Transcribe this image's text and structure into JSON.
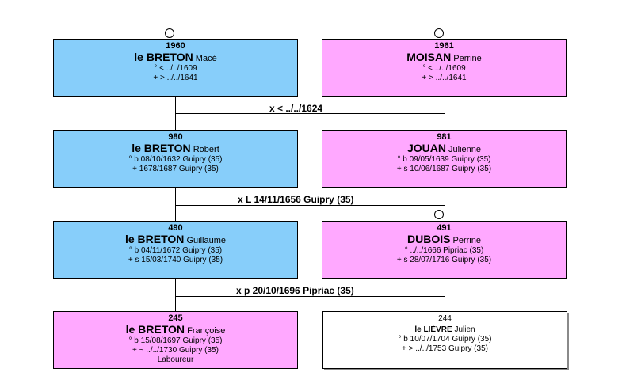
{
  "persons": {
    "p1960": {
      "num": "1960",
      "surname": "le BRETON",
      "given": "Macé",
      "l1": "° < ../../1609",
      "l2": "+ > ../../1641"
    },
    "p1961": {
      "num": "1961",
      "surname": "MOISAN",
      "given": "Perrine",
      "l1": "° < ../../1609",
      "l2": "+ > ../../1641"
    },
    "p980": {
      "num": "980",
      "surname": "le BRETON",
      "given": "Robert",
      "l1": "° b 08/10/1632 Guipry (35)",
      "l2": "+ 1678/1687 Guipry (35)"
    },
    "p981": {
      "num": "981",
      "surname": "JOUAN",
      "given": "Julienne",
      "l1": "° b 09/05/1639 Guipry (35)",
      "l2": "+ s 10/06/1687 Guipry (35)"
    },
    "p490": {
      "num": "490",
      "surname": "le BRETON",
      "given": "Guillaume",
      "l1": "° b 04/11/1672 Guipry (35)",
      "l2": "+ s 15/03/1740 Guipry (35)"
    },
    "p491": {
      "num": "491",
      "surname": "DUBOIS",
      "given": "Perrine",
      "l1": "° ../../1666 Pipriac (35)",
      "l2": "+ s 28/07/1716 Guipry (35)"
    },
    "p245": {
      "num": "245",
      "surname": "le BRETON",
      "given": "Françoise",
      "l1": "° b 15/08/1697 Guipry (35)",
      "l2": "+ ~ ../../1730 Guipry (35)",
      "l3": "Laboureur"
    },
    "p244": {
      "num": "244",
      "surname": "le LIÈVRE",
      "given": "Julien",
      "l1": "° b 10/07/1704 Guipry (35)",
      "l2": "+ > ../../1753 Guipry (35)"
    }
  },
  "marriages": {
    "m1": "x < ../../1624",
    "m2": "x L 14/11/1656 Guipry (35)",
    "m3": "x p 20/10/1696 Pipriac (35)"
  },
  "colors": {
    "male": "#87CEFA",
    "female": "#FFA8FF",
    "line": "#000000"
  }
}
